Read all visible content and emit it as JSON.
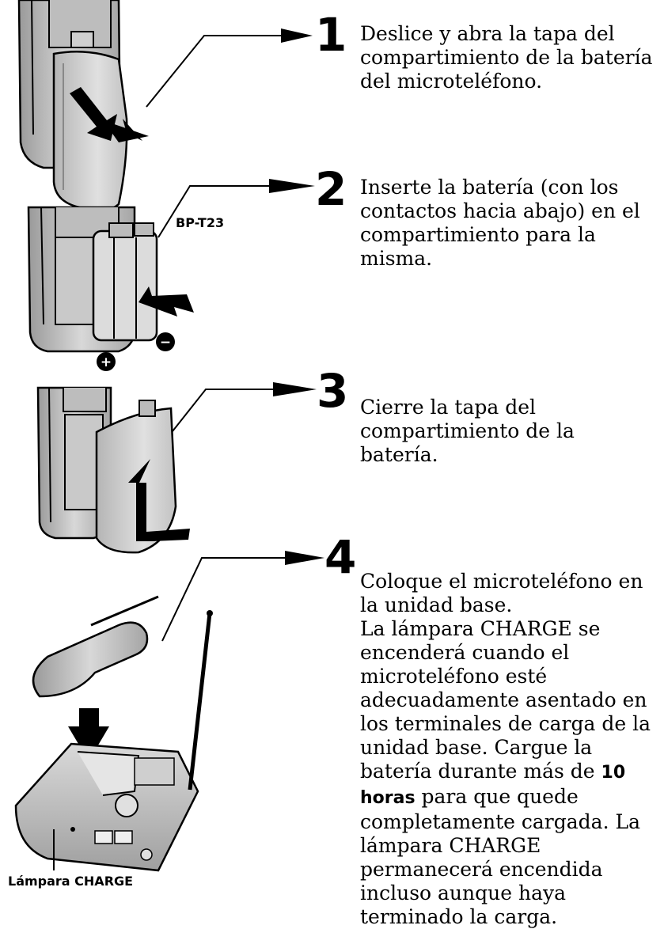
{
  "steps": [
    {
      "number": "1",
      "text": "Deslice y abra la tapa del compartimiento de la batería del microteléfono."
    },
    {
      "number": "2",
      "text": "Inserte la batería (con los contactos hacia abajo) en el compartimiento para la misma."
    },
    {
      "number": "3",
      "text": "Cierre la tapa del compartimiento de la batería."
    },
    {
      "number": "4",
      "line1": "Coloque el microteléfono en la unidad base.",
      "line2_before": "La lámpara CHARGE se encenderá cuando el microteléfono esté adecuadamente asentado en los terminales de carga de la unidad base.  Cargue la batería durante más de ",
      "line2_bold": "10 horas",
      "line2_after": " para que quede completamente cargada.  La lámpara CHARGE permanecerá encendida incluso aunque haya terminado la carga."
    }
  ],
  "labels": {
    "battery_model": "BP-T23",
    "charge_lamp": "Lámpara CHARGE",
    "plus_sign": "+",
    "minus_sign": "−"
  }
}
